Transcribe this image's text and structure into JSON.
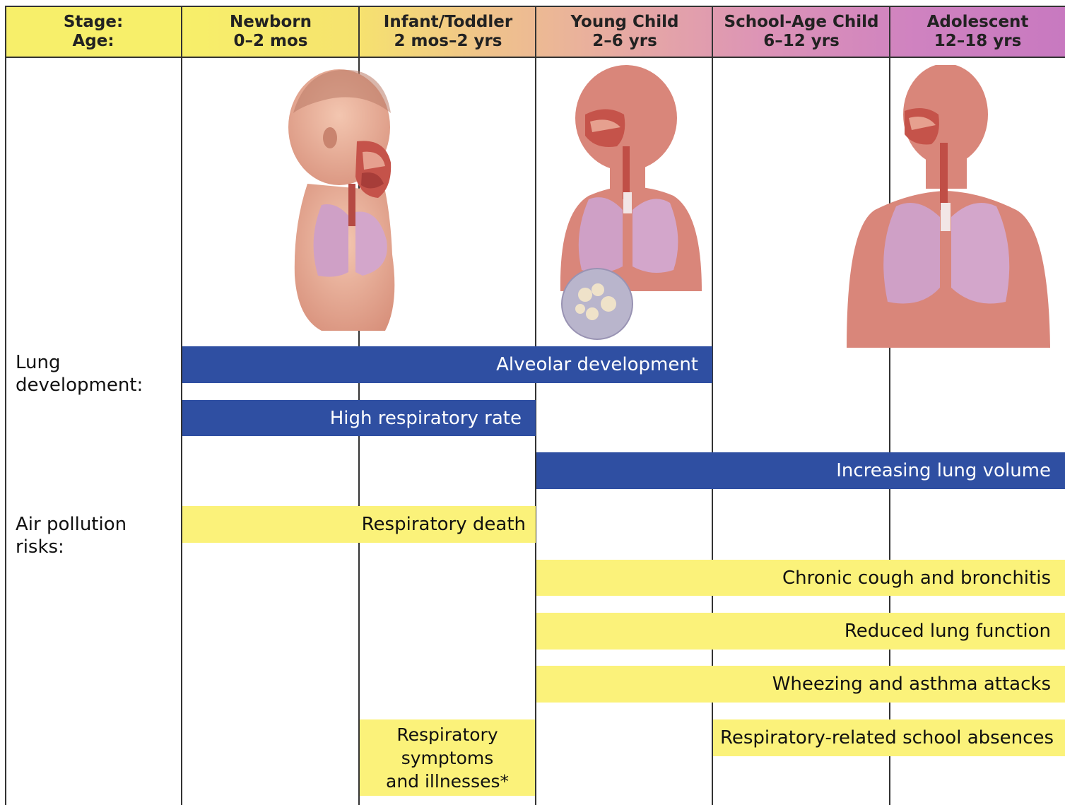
{
  "header": {
    "stage_label": "Stage:",
    "age_label": "Age:",
    "columns": [
      {
        "stage": "Newborn",
        "age": "0–2 mos"
      },
      {
        "stage": "Infant/Toddler",
        "age": "2 mos–2 yrs"
      },
      {
        "stage": "Young Child",
        "age": "2–6 yrs"
      },
      {
        "stage": "School-Age Child",
        "age": "6–12 yrs"
      },
      {
        "stage": "Adolescent",
        "age": "12–18 yrs"
      }
    ]
  },
  "rows": {
    "lung_development_label": [
      "Lung",
      "development:"
    ],
    "air_pollution_label": [
      "Air pollution",
      "risks:"
    ]
  },
  "bars": {
    "alveolar": "Alveolar development",
    "resp_rate": "High respiratory rate",
    "lung_volume": "Increasing lung volume",
    "resp_death": "Respiratory death",
    "cough": "Chronic cough and bronchitis",
    "lung_function": "Reduced lung function",
    "wheezing": "Wheezing and asthma attacks",
    "symptoms": [
      "Respiratory",
      "symptoms",
      "and illnesses*"
    ],
    "absences": "Respiratory-related school absences"
  },
  "colors": {
    "lung_bar": "#2f4fa2",
    "risk_bar": "#fbf27a",
    "header_gradient": [
      "#f7ef6a",
      "#f5d27a",
      "#eab0a0",
      "#d88cbf",
      "#c879c0"
    ],
    "skin": "#d9867a",
    "lungs": "#cfa0c6"
  },
  "illustrations": [
    {
      "name": "infant-anatomy-illustration"
    },
    {
      "name": "child-anatomy-illustration"
    },
    {
      "name": "adolescent-anatomy-illustration"
    }
  ]
}
